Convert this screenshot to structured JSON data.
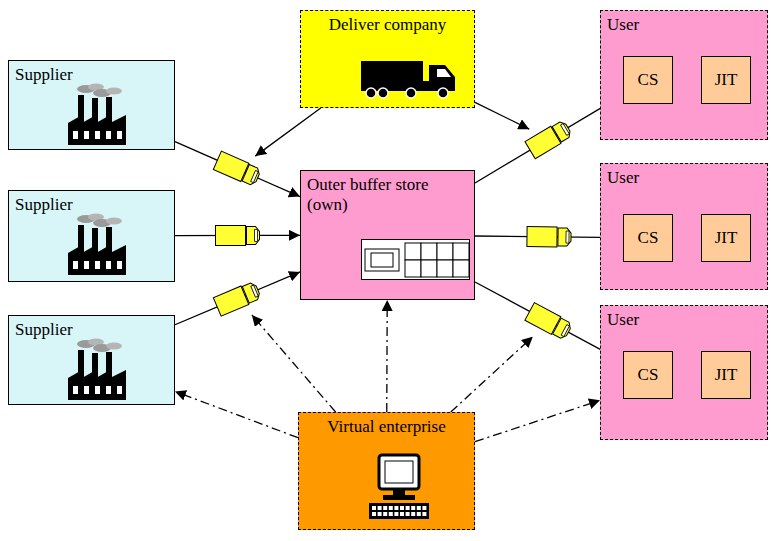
{
  "diagram": {
    "nodes": [
      {
        "text": [
          "Supplier"
        ]
      },
      {
        "text": [
          "Deliver company"
        ]
      },
      {
        "text": [
          "User"
        ]
      },
      {
        "text": [
          "CS"
        ],
        "in": 2
      },
      {
        "text": [
          "JIT"
        ],
        "in": 2
      },
      {
        "text": [
          "Supplier"
        ]
      },
      {
        "text": [
          "Outer buffer store (own)"
        ]
      },
      {
        "text": [
          "User"
        ]
      },
      {
        "text": [
          "CS"
        ],
        "in": 7
      },
      {
        "text": [
          "JIT"
        ],
        "in": 7
      },
      {
        "text": [
          "Supplier"
        ]
      },
      {
        "text": [
          "User"
        ]
      },
      {
        "text": [
          "CS"
        ],
        "in": 11
      },
      {
        "text": [
          "JIT"
        ],
        "in": 11
      },
      {
        "text": [
          "Virtual enterprise"
        ]
      }
    ],
    "edges": [
      {
        "from": 0,
        "to": 6,
        "arrow": "to"
      },
      {
        "from": 5,
        "to": 6,
        "arrow": "to"
      },
      {
        "from": 10,
        "to": 6,
        "arrow": "to"
      },
      {
        "from": 6,
        "to": 3,
        "arrow": "to"
      },
      {
        "from": 6,
        "to": 8,
        "arrow": "to"
      },
      {
        "from": 6,
        "to": 12,
        "arrow": "to"
      },
      {
        "from": 3,
        "to": 4,
        "arrow": "to"
      },
      {
        "from": 8,
        "to": 9,
        "arrow": "to"
      },
      {
        "from": 12,
        "to": 13,
        "arrow": "to"
      },
      {
        "from": 14,
        "to": 10,
        "arrow": "to"
      },
      {
        "from": 14,
        "to": 6,
        "arrow": "to"
      },
      {
        "from": 14,
        "to": 11,
        "arrow": "to"
      }
    ]
  }
}
